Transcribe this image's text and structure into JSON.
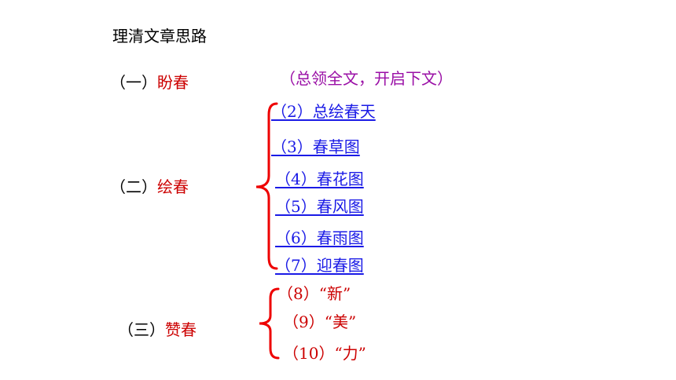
{
  "title": "理清文章思路",
  "sections": [
    {
      "number": "（一）",
      "name": "盼春",
      "note": "（总领全文，开启下文）"
    },
    {
      "number": "（二）",
      "name": "绘春",
      "items": [
        "（2）总绘春天",
        "（3）春草图",
        "（4）春花图",
        "（5）春风图",
        "（6）春雨图",
        "（7）迎春图"
      ]
    },
    {
      "number": "（三）",
      "name": "赞春",
      "items": [
        "（8）“新”",
        "（9）“美”",
        "（10）“力”"
      ]
    }
  ],
  "colors": {
    "red": "#cc0000",
    "blue": "#1a1ae6",
    "purple": "#9a0fa6",
    "black": "#000000"
  }
}
